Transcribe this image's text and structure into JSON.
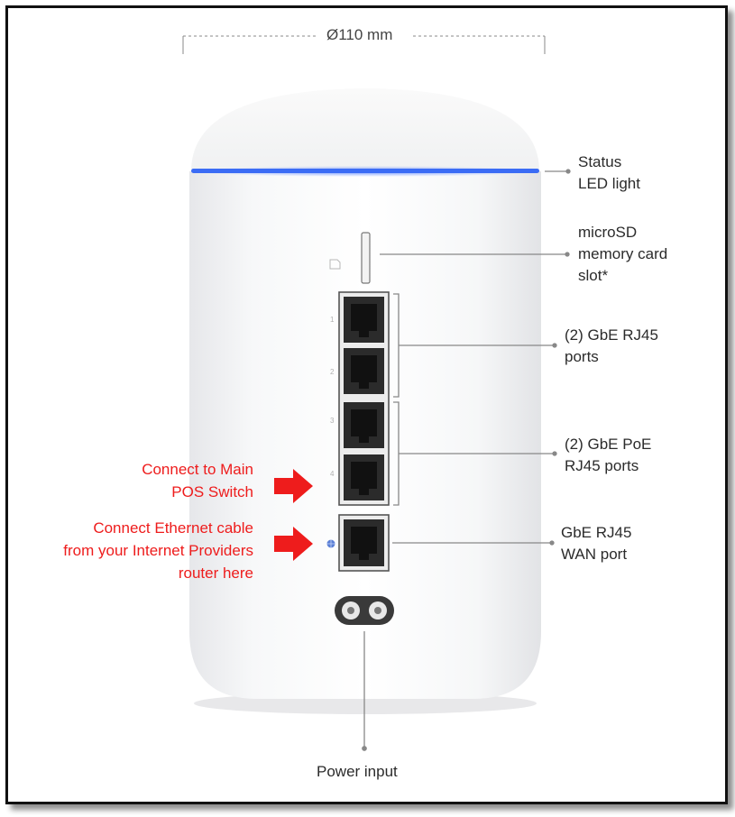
{
  "dimension": "Ø110 mm",
  "labels": {
    "status_led": [
      "Status",
      "LED light"
    ],
    "microsd": [
      "microSD",
      "memory card",
      "slot*"
    ],
    "gbe_ports": [
      "(2) GbE RJ45",
      "ports"
    ],
    "poe_ports": [
      "(2) GbE PoE",
      "RJ45 ports"
    ],
    "wan_port": [
      "GbE RJ45",
      "WAN port"
    ],
    "power": "Power input"
  },
  "port_numbers": [
    "1",
    "2",
    "3",
    "4"
  ],
  "annotations": {
    "main_switch": [
      "Connect to Main",
      "POS Switch"
    ],
    "internet": [
      "Connect Ethernet cable",
      "from your Internet Providers",
      "router here"
    ]
  },
  "colors": {
    "annotation": "#ee1c1c",
    "led": "#3b6cf5",
    "label": "#2b2b2b"
  }
}
